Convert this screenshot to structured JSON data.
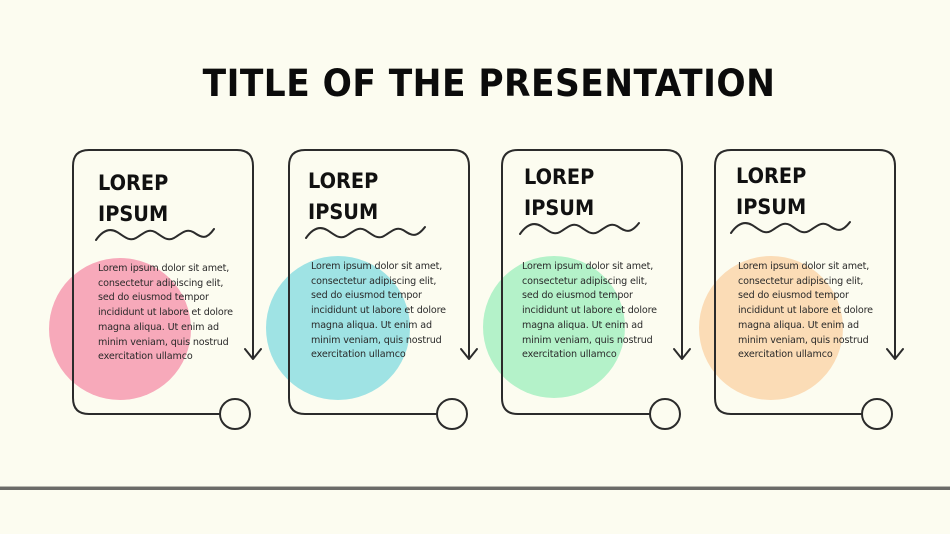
{
  "slide": {
    "title": "TITLE OF THE PRESENTATION",
    "background_color": "#fcfcf0",
    "line_color": "#2b2b2b",
    "rule_color": "#6b6b68"
  },
  "cards": [
    {
      "heading_line1": "LOREP",
      "heading_line2": "IPSUM",
      "body_lines": [
        "Lorem ipsum dolor sit amet,",
        "consectetur adipiscing elit,",
        "sed do eiusmod tempor",
        "incididunt ut labore et dolore",
        "magna aliqua. Ut enim ad",
        "minim veniam, quis nostrud",
        "exercitation ullamco"
      ],
      "accent_color": "#f7a9ba",
      "icons": [
        "wave-divider-icon",
        "arrow-down-icon",
        "circle-node-icon"
      ]
    },
    {
      "heading_line1": "LOREP",
      "heading_line2": "IPSUM",
      "body_lines": [
        "Lorem ipsum dolor sit amet,",
        "consectetur adipiscing elit,",
        "sed do eiusmod tempor",
        "incididunt ut labore et dolore",
        "magna aliqua. Ut enim ad",
        "minim veniam, quis nostrud",
        "exercitation ullamco"
      ],
      "accent_color": "#9fe3e4",
      "icons": [
        "wave-divider-icon",
        "arrow-down-icon",
        "circle-node-icon"
      ]
    },
    {
      "heading_line1": "LOREP",
      "heading_line2": "IPSUM",
      "body_lines": [
        "Lorem ipsum dolor sit amet,",
        "consectetur adipiscing elit,",
        "sed do eiusmod tempor",
        "incididunt ut labore et dolore",
        "magna aliqua. Ut enim ad",
        "minim veniam, quis nostrud",
        "exercitation ullamco"
      ],
      "accent_color": "#b4f2c9",
      "icons": [
        "wave-divider-icon",
        "arrow-down-icon",
        "circle-node-icon"
      ]
    },
    {
      "heading_line1": "LOREP",
      "heading_line2": "IPSUM",
      "body_lines": [
        "Lorem ipsum dolor sit amet,",
        "consectetur adipiscing elit,",
        "sed do eiusmod tempor",
        "incididunt ut labore et dolore",
        "magna aliqua. Ut enim ad",
        "minim veniam, quis nostrud",
        "exercitation ullamco"
      ],
      "accent_color": "#fbdcb6",
      "icons": [
        "wave-divider-icon",
        "arrow-down-icon",
        "circle-node-icon"
      ]
    }
  ]
}
